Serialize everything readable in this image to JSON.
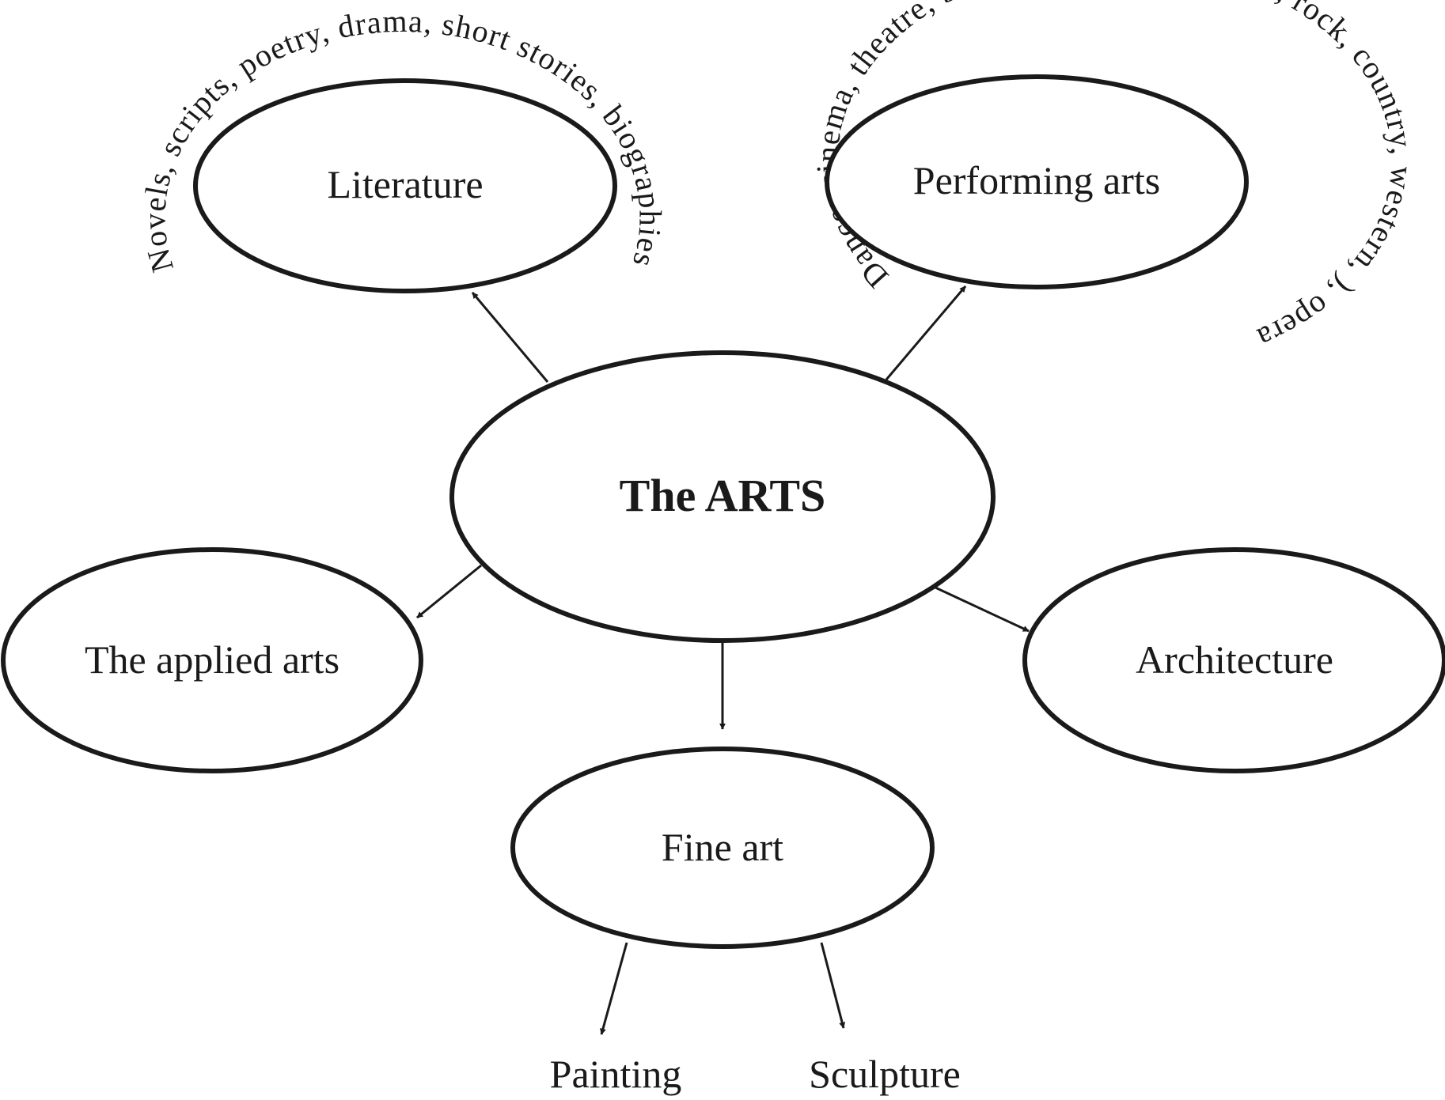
{
  "diagram": {
    "center": {
      "label": "The ARTS"
    },
    "nodes": {
      "literature": {
        "label": "Literature"
      },
      "performing_arts": {
        "label": "Performing arts"
      },
      "applied_arts": {
        "label": "The applied arts"
      },
      "architecture": {
        "label": "Architecture"
      },
      "fine_art": {
        "label": "Fine art"
      }
    },
    "leaves": {
      "painting": {
        "label": "Painting"
      },
      "sculpture": {
        "label": "Sculpture"
      }
    },
    "annotations": {
      "literature_examples": "Novels, scripts, poetry, drama, short stories, biographies",
      "performing_examples": "Dance, cinema, theatre, ballet, concerts (classical, rock, country, western, ), opera"
    },
    "colors": {
      "stroke": "#1a1a1a",
      "background": "#ffffff"
    }
  }
}
